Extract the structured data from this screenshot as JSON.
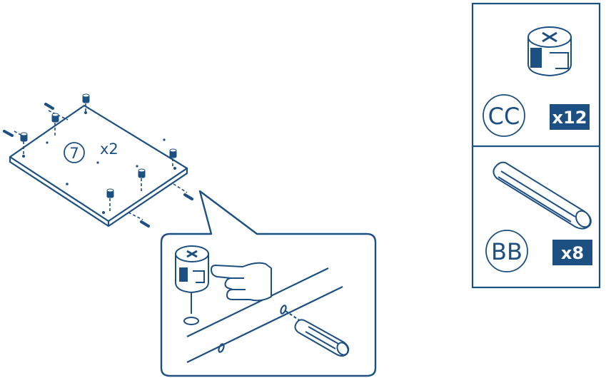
{
  "colors": {
    "ink": "#1c4f82",
    "badge_bg": "#1c4f82",
    "badge_text": "#ffffff",
    "background": "#ffffff"
  },
  "assembly": {
    "step_number": "7",
    "multiplier": "x2"
  },
  "parts_panel": {
    "parts": [
      {
        "code": "CC",
        "quantity": "x12",
        "icon": "cam-lock-icon"
      },
      {
        "code": "BB",
        "quantity": "x8",
        "icon": "wooden-dowel-icon"
      }
    ]
  },
  "detail_callout": {
    "icons": [
      "cam-lock-icon",
      "pointing-hand-icon",
      "wooden-dowel-icon"
    ]
  }
}
